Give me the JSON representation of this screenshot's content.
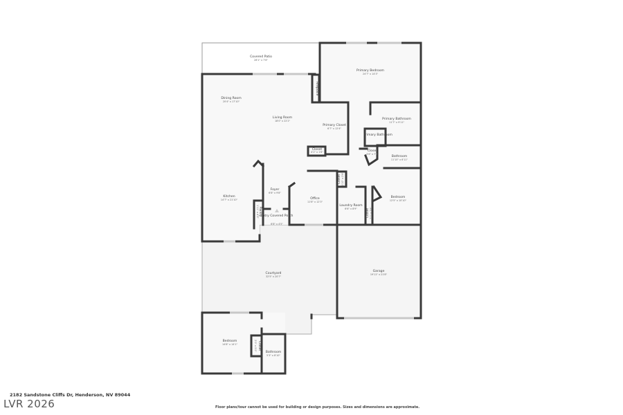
{
  "address": "2182 Sandstone Cliffs Dr, Henderson, NV 89044",
  "watermark": "LVR 2026",
  "disclaimer": "Floor plans/tour cannot be used for building or design purposes. Sizes and dimensions are approximate.",
  "rooms": [
    {
      "name": "Covered Patio",
      "dims": "28'1\" x 7'6\""
    },
    {
      "name": "Primary Bedroom",
      "dims": "24'7\" x 14'3\""
    },
    {
      "name": "Fireplace",
      "dims": ""
    },
    {
      "name": "Dining Room",
      "dims": "20'4\" x 17'10\""
    },
    {
      "name": "Living Room",
      "dims": "18'0\" x 22'2\""
    },
    {
      "name": "Primary Closet",
      "dims": "6'7\" x 12'4\""
    },
    {
      "name": "Primary Bathroom",
      "dims": "11'7\" x 9'11\""
    },
    {
      "name": "Primary Bathroom",
      "dims": ""
    },
    {
      "name": "Closet",
      "dims": "4'1\" x 1'8\""
    },
    {
      "name": "Closet",
      "dims": "3'6\" x 7'8\""
    },
    {
      "name": "Bathroom",
      "dims": "11'10\" x 6'11\""
    },
    {
      "name": "Kitchen",
      "dims": "14'7\" x 21'10\""
    },
    {
      "name": "Foyer",
      "dims": "6'8\" x 9'8\""
    },
    {
      "name": "Pantry",
      "dims": "1'11\" x 4'3\""
    },
    {
      "name": "Entry Covered Porch",
      "dims": "6'8\" x 4'5\""
    },
    {
      "name": "Office",
      "dims": "11'8\" x 12'3\""
    },
    {
      "name": "Closet",
      "dims": "1'10\" x 2'6\""
    },
    {
      "name": "Laundry Room",
      "dims": "6'6\" x 8'9\""
    },
    {
      "name": "Closet",
      "dims": "2'1\" x 7'8\""
    },
    {
      "name": "Bedroom",
      "dims": "12'5\" x 10'10\""
    },
    {
      "name": "Courtyard",
      "dims": "32'5\" x 20'7\""
    },
    {
      "name": "Garage",
      "dims": "19'11\" x 21'8\""
    },
    {
      "name": "Bedroom",
      "dims": "14'8\" x 14'1\""
    },
    {
      "name": "Closet",
      "dims": "2'0\" x 5'0\""
    },
    {
      "name": "Bathroom",
      "dims": "5'3\" x 8'10\""
    }
  ]
}
